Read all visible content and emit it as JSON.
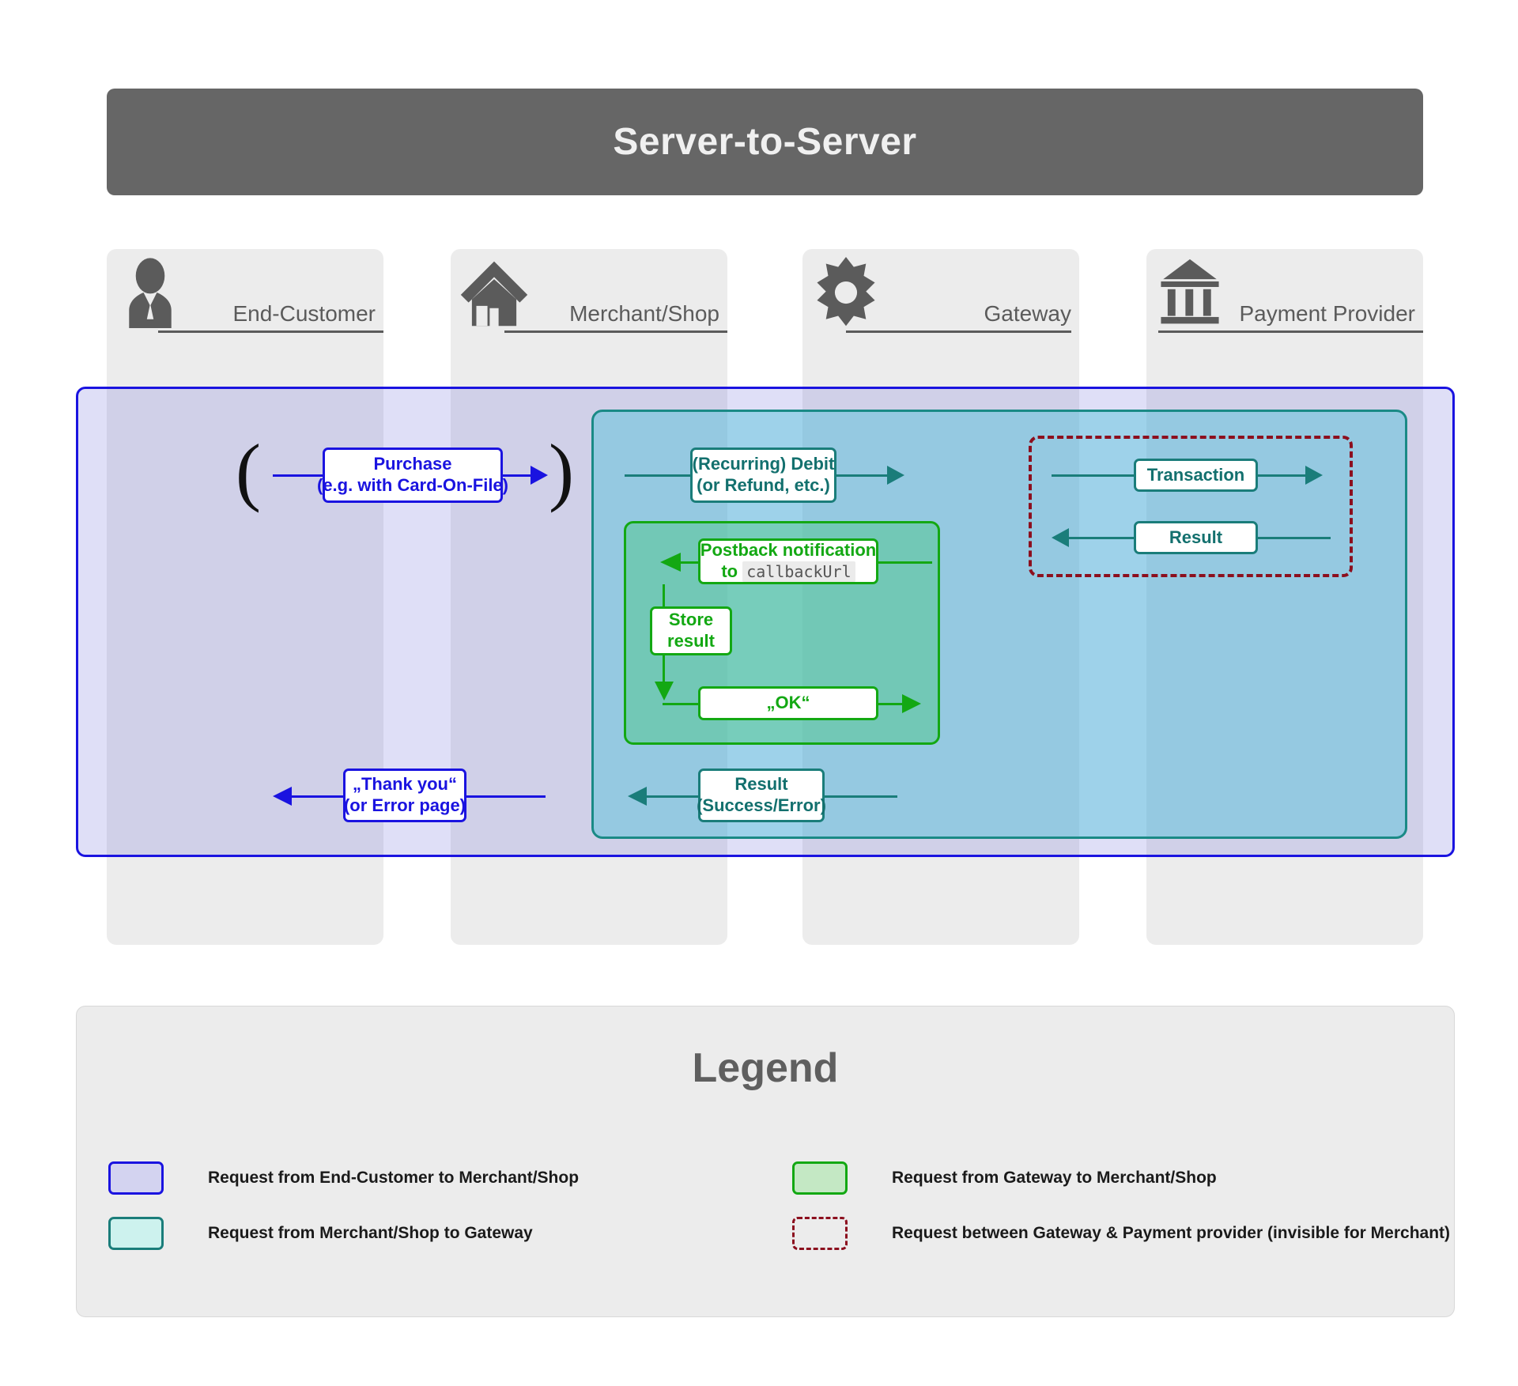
{
  "title": "Server-to-Server",
  "lanes": [
    {
      "label": "End-Customer",
      "icon": "businessman-icon"
    },
    {
      "label": "Merchant/Shop",
      "icon": "house-icon"
    },
    {
      "label": "Gateway",
      "icon": "gear-icon"
    },
    {
      "label": "Payment Provider",
      "icon": "bank-icon"
    }
  ],
  "flow": {
    "purchase": {
      "line1": "Purchase",
      "line2": "(e.g. with Card-On-File)"
    },
    "recurring": {
      "line1": "(Recurring) Debit",
      "line2": "(or Refund, etc.)"
    },
    "transaction": {
      "line1": "Transaction"
    },
    "result_pp": {
      "line1": "Result"
    },
    "postback": {
      "line1": "Postback notification",
      "line2_pre": "to",
      "line2_code": "callbackUrl"
    },
    "store_result": {
      "line1": "Store",
      "line2": "result"
    },
    "ok": {
      "line1": "„OK“"
    },
    "result": {
      "line1": "Result",
      "line2": "(Success/Error)"
    },
    "thank_you": {
      "line1": "„Thank you“",
      "line2": "(or Error page)"
    },
    "paren_open": "(",
    "paren_close": ")"
  },
  "legend": {
    "title": "Legend",
    "items": [
      {
        "label": "Request from End-Customer to Merchant/Shop",
        "style": "sw-blue",
        "color": "#1a13e0"
      },
      {
        "label": "Request from Gateway to Merchant/Shop",
        "style": "sw-green",
        "color": "#13a813"
      },
      {
        "label": "Request from Merchant/Shop to Gateway",
        "style": "sw-cyan",
        "color": "#1a7d7a"
      },
      {
        "label": "Request between Gateway & Payment provider (invisible for Merchant)",
        "style": "sw-dashed",
        "color": "#8c0f1e"
      }
    ]
  },
  "colors": {
    "title_bar": "#666666",
    "lane": "#ececec",
    "blue": "#1a13e0",
    "teal": "#1a7d7a",
    "green": "#13a813",
    "dark_red": "#8c0f1e"
  }
}
